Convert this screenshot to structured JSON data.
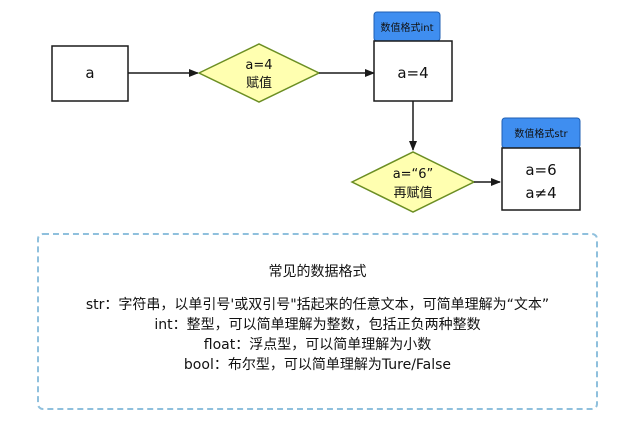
{
  "nodes": {
    "var_a": "a",
    "assign_label_1": "a=4",
    "assign_label_2": "赋值",
    "int_box": "a=4",
    "int_tag": "数值格式int",
    "reassign_label_1": "a=“6”",
    "reassign_label_2": "再赋值",
    "str_box_line1": "a=6",
    "str_box_line2": "a≠4",
    "str_tag": "数值格式str"
  },
  "notes": {
    "title": "常见的数据格式",
    "lines": [
      "str：字符串，以单引号'或双引号\"括起来的任意文本，可简单理解为“文本”",
      "int：整型，可以简单理解为整数，包括正负两种整数",
      "float：浮点型，可以简单理解为小数",
      "bool：布尔型，可以简单理解为Ture/False"
    ]
  },
  "colors": {
    "diamond_fill": "#ffffb0",
    "diamond_stroke": "#6b8e23",
    "tag_fill": "#3f8ef0",
    "tag_stroke": "#1f5fb3",
    "notes_border": "#8fc0dd"
  }
}
